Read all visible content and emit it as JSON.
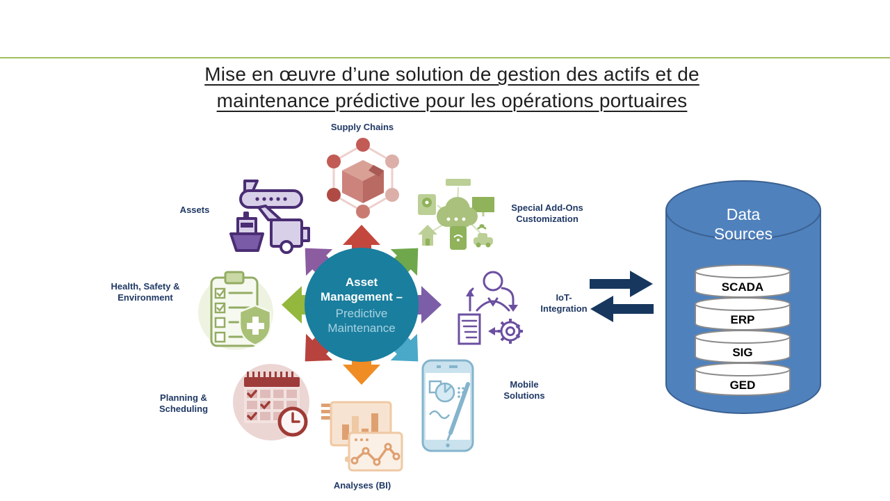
{
  "title": {
    "line1": "Mise en œuvre d’une solution de gestion des actifs et de",
    "line2": "maintenance prédictive pour les opérations portuaires"
  },
  "hub": {
    "title": "Asset Management –",
    "subtitle": "Predictive Maintenance"
  },
  "nodes": {
    "supply_chains": {
      "label": "Supply Chains"
    },
    "assets": {
      "label": "Assets"
    },
    "special_add_ons": {
      "label": "Special Add-Ons\nCustomization"
    },
    "health_safety": {
      "label": "Health, Safety &\nEnvironment"
    },
    "iot": {
      "label": "IoT-\nIntegration"
    },
    "planning": {
      "label": "Planning &\nScheduling"
    },
    "mobile": {
      "label": "Mobile\nSolutions"
    },
    "analyses": {
      "label": "Analyses (BI)"
    }
  },
  "data_sources": {
    "title_line1": "Data",
    "title_line2": "Sources",
    "items": [
      "SCADA",
      "ERP",
      "SIG",
      "GED"
    ]
  },
  "colors": {
    "accent_line": "#9FBE5F",
    "title_text": "#1F1F1F",
    "label_text": "#1F3864",
    "hub_fill": "#1A7E9E",
    "hub_title_text": "#FFFFFF",
    "hub_subtitle_text": "#A9D3E2",
    "arrow_up": "#C4473D",
    "arrow_up_right": "#6FA84C",
    "arrow_right": "#7C5EA8",
    "arrow_down_right": "#4AA8C8",
    "arrow_down": "#F08C24",
    "arrow_down_left": "#B8433E",
    "arrow_left": "#94B73E",
    "arrow_up_left": "#8B5CA0",
    "exchange_arrows": "#17375E",
    "cylinder_fill": "#4F81BD",
    "cylinder_stroke": "#3A6191",
    "sub_cylinder_fill": "#FFFFFF",
    "sub_cylinder_text": "#000000"
  }
}
